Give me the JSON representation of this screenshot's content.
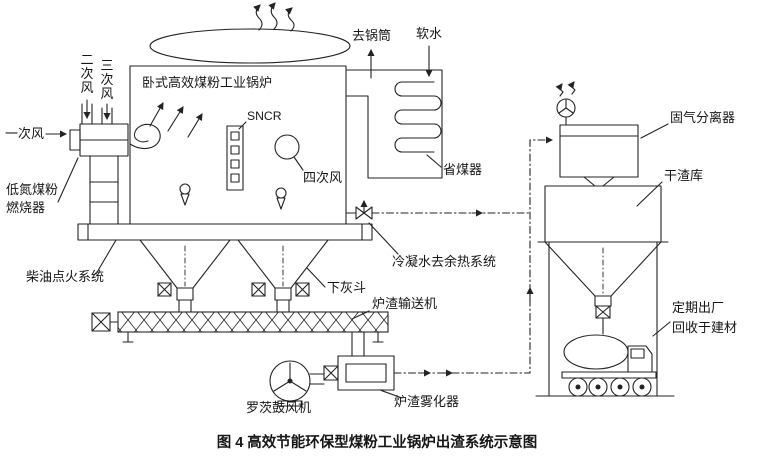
{
  "figure": {
    "caption": "图 4  高效节能环保型煤粉工业锅炉出渣系统示意图"
  },
  "colors": {
    "line": "#232323",
    "background": "#ffffff"
  },
  "labels": {
    "to_drum": "去锅筒",
    "soft_water": "软水",
    "boiler_title": "卧式高效煤粉工业锅炉",
    "sncr": "SNCR",
    "quaternary_air": "四次风",
    "economizer": "省煤器",
    "primary_air": "一次风",
    "secondary_air": "二次风",
    "tertiary_air": "三次风",
    "low_nox_line1": "低氮煤粉",
    "low_nox_line2": "燃烧器",
    "diesel_ignition": "柴油点火系统",
    "condensate_line": "冷凝水去余热系统",
    "ash_hopper": "下灰斗",
    "slag_conveyor": "炉渣输送机",
    "gas_solid_separator": "固气分离器",
    "dry_slag_silo": "干渣库",
    "shipout_line1": "定期出厂",
    "shipout_line2": "回收于建材",
    "roots_blower": "罗茨鼓风机",
    "slag_atomizer": "炉渣雾化器"
  }
}
